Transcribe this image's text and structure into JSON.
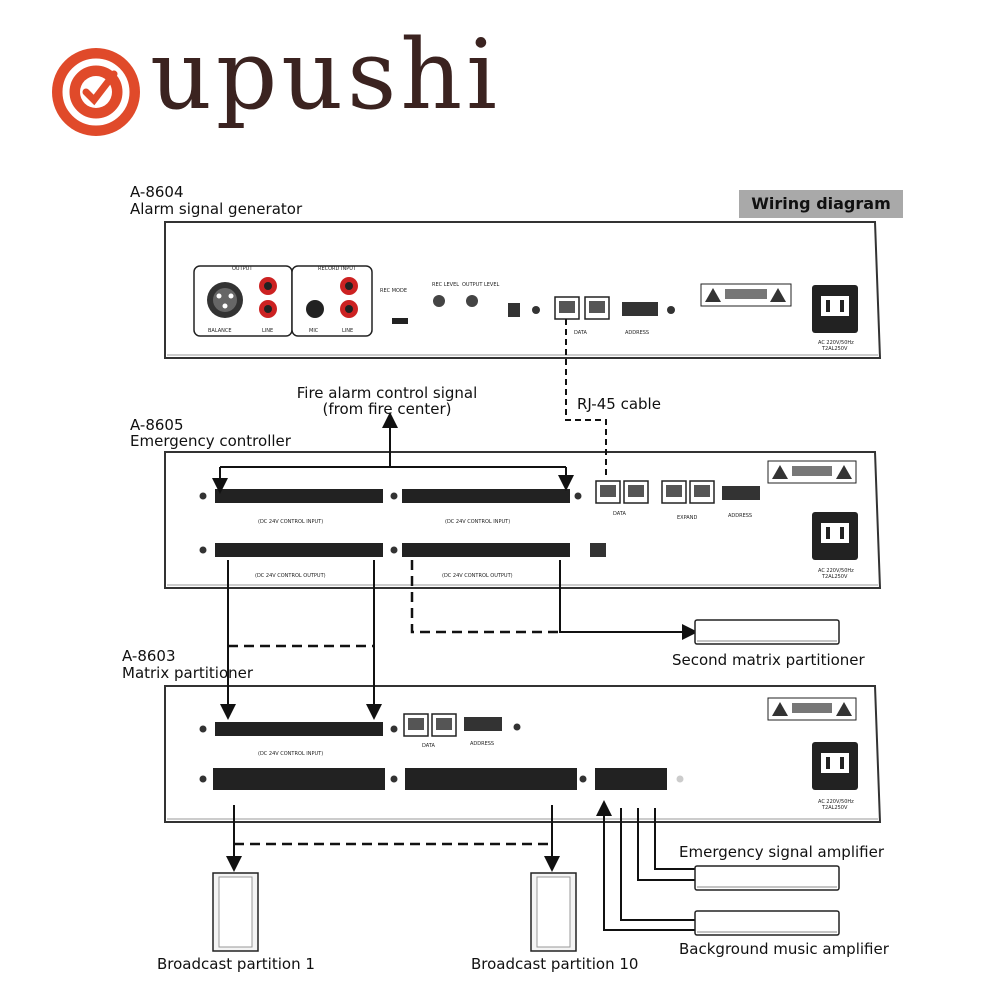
{
  "brand": {
    "name": "upushi",
    "color": "#e04a2a",
    "text_color": "#3b2320"
  },
  "badge": {
    "label": "Wiring diagram",
    "bg": "#a9a9a9"
  },
  "devices": {
    "generator": {
      "model": "A-8604",
      "name": "Alarm signal generator"
    },
    "controller": {
      "model": "A-8605",
      "name": "Emergency controller"
    },
    "partitioner": {
      "model": "A-8603",
      "name": "Matrix partitioner"
    }
  },
  "labels": {
    "fire_signal_line1": "Fire alarm control signal",
    "fire_signal_line2": "(from fire center)",
    "rj45": "RJ-45 cable",
    "second_matrix": "Second matrix partitioner",
    "emergency_amp": "Emergency signal amplifier",
    "background_amp": "Background music amplifier",
    "partition1": "Broadcast partition 1",
    "partition10": "Broadcast partition 10"
  },
  "panel_text": {
    "output": "OUTPUT",
    "record_input": "RECORD INPUT",
    "balance": "BALANCE",
    "line": "LINE",
    "mic": "MIC",
    "rec_mode": "REC MODE",
    "rec_level": "REC LEVEL",
    "output_level": "OUTPUT LEVEL",
    "data": "DATA",
    "address": "ADDRESS",
    "expand": "EXPAND",
    "power": "AC 220V/50Hz",
    "fuse": "T2AL250V",
    "control_input": "(DC 24V CONTROL INPUT)",
    "control_output": "(DC 24V CONTROL OUTPUT)"
  }
}
